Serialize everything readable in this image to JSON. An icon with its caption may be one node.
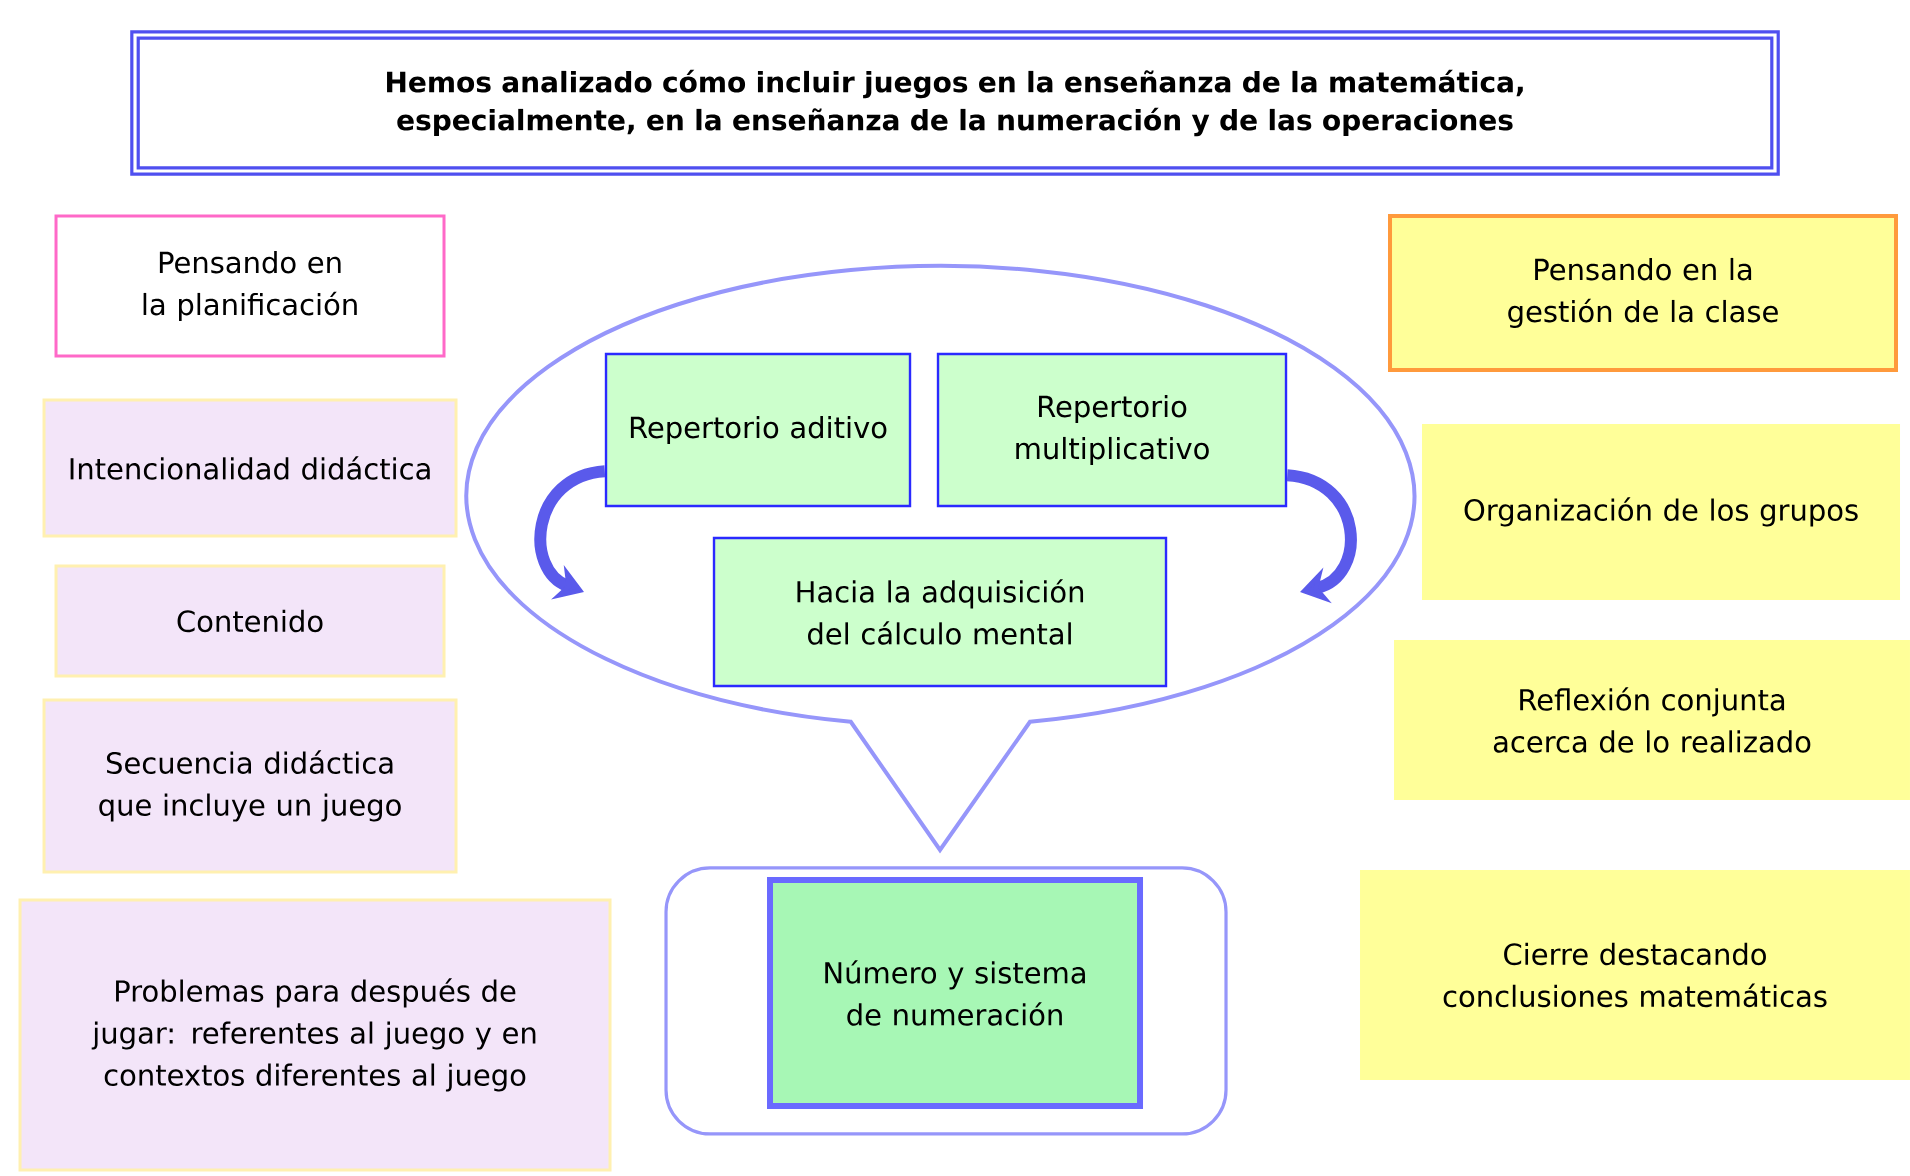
{
  "diagram": {
    "title": "Hemos analizado cómo incluir juegos en la enseñanza de la matemática, especialmente, en la enseñanza de la numeración y de las operaciones",
    "nodes": [
      {
        "text": [
          "Pensando en la planificación"
        ]
      },
      {
        "text": [
          "Intencionalidad didáctica"
        ]
      },
      {
        "text": [
          "Contenido"
        ]
      },
      {
        "text": [
          "Secuencia didáctica que incluye un juego"
        ]
      },
      {
        "text": [
          "Problemas para después de jugar: referentes al juego y en contextos diferentes al juego"
        ]
      },
      {
        "text": [],
        "shape": "bubble"
      },
      {
        "text": [
          "Repertorio aditivo"
        ],
        "in": 5
      },
      {
        "text": [
          "Repertorio multiplicativo"
        ],
        "in": 5
      },
      {
        "text": [
          "Hacia la adquisición del cálculo mental"
        ],
        "in": 5
      },
      {
        "text": [],
        "shape": "box"
      },
      {
        "text": [
          "Número y sistema de numeración"
        ],
        "in": 9
      },
      {
        "text": [
          "Pensando en la gestión de la clase"
        ]
      },
      {
        "text": [
          "Organización de los grupos"
        ]
      },
      {
        "text": [
          "Reflexión conjunta acerca de lo realizado"
        ]
      },
      {
        "text": [
          "Cierre destacando conclusiones matemáticas"
        ]
      }
    ],
    "edges": [
      {
        "from": 6,
        "to": null,
        "arrow": "to"
      },
      {
        "from": 7,
        "to": null,
        "arrow": "to"
      }
    ]
  }
}
